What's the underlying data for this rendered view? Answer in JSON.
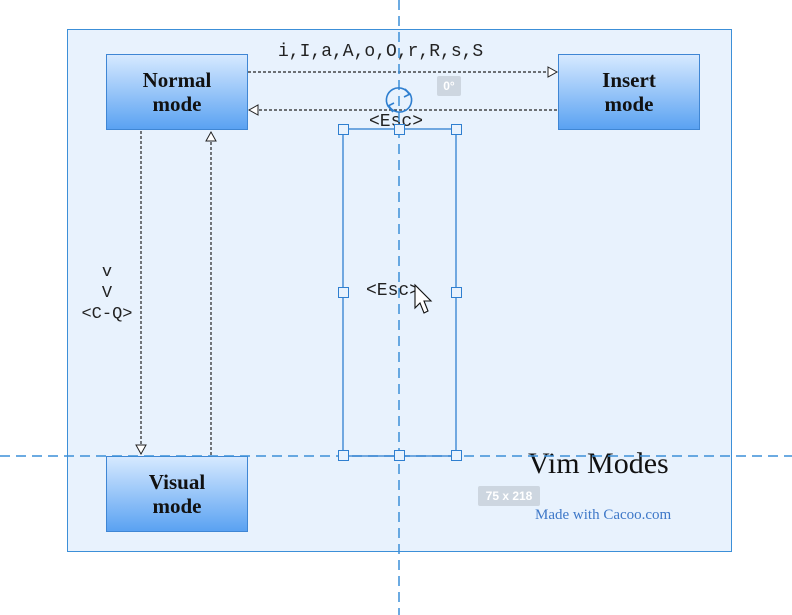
{
  "diagram": {
    "title": "Vim Modes",
    "credit": "Made with Cacoo.com",
    "nodes": {
      "normal": "Normal\nmode",
      "insert": "Insert\nmode",
      "visual": "Visual\nmode"
    },
    "edges": {
      "normal_to_insert": "i,I,a,A,o,O,r,R,s,S",
      "insert_to_normal": "<Esc>",
      "normal_to_visual": "v\nV\n<C-Q>",
      "selected_text": "<Esc>"
    }
  },
  "editor": {
    "rotation_badge": "0°",
    "size_badge": "75 x 218",
    "guide_color": "#3c8fd8",
    "node_gradient_top": "#d6e9ff",
    "node_gradient_bottom": "#5aa2f2"
  }
}
